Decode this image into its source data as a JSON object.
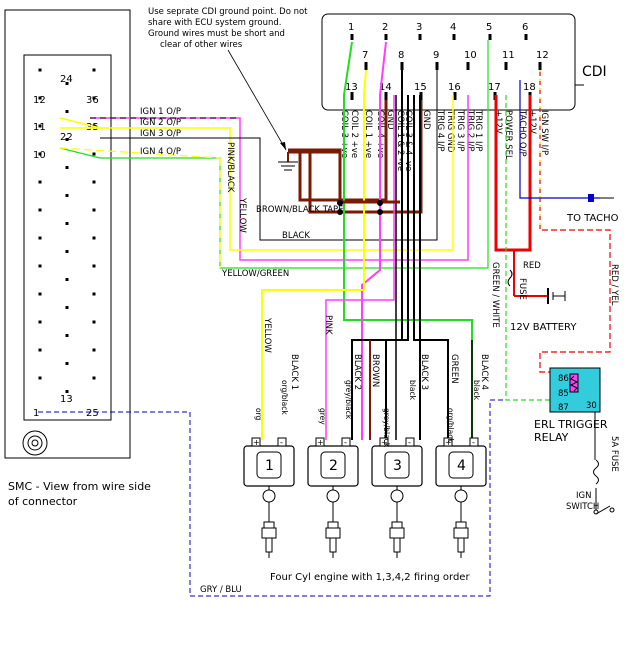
{
  "smc": {
    "pin_labels": [
      "24",
      "12",
      "36",
      "11",
      "35",
      "22",
      "10",
      "13",
      "1",
      "25"
    ],
    "caption_line1": "SMC - View from wire side",
    "caption_line2": "of connector"
  },
  "cdi": {
    "title": "CDI",
    "pins_top": [
      "1",
      "2",
      "3",
      "4",
      "5",
      "6"
    ],
    "pins_mid": [
      "7",
      "8",
      "9",
      "10",
      "11",
      "12"
    ],
    "pins_bottom": [
      "13",
      "14",
      "15",
      "16",
      "17",
      "18"
    ],
    "terminal_labels": [
      "COIL 3 +ve",
      "COIL 2 +ve",
      "COIL 1 +ve",
      "COIL 4 +ve",
      "GND",
      "COIL 1 & 2 -ve",
      "COIL 3 & 4 -ve",
      "GND",
      "TRIG 4 I/P",
      "TRIG GND",
      "TRIG 3 I/P",
      "TRIG 2 I/P",
      "TRIG 1 I/P",
      "+12V",
      "POWER SEL",
      "TACHO O/P",
      "+12V",
      "IGN SW I/P"
    ]
  },
  "notes": {
    "ground_note_lines": [
      "Use seprate CDI ground point. Do not",
      "share with ECU system ground.",
      "Ground wires must be short and",
      "clear of other wires"
    ],
    "brown_black_tape": "BROWN/BLACK TAPE",
    "to_tacho": "TO TACHO",
    "engine_caption": "Four Cyl engine with 1,3,4,2 firing order"
  },
  "wire_labels": {
    "ign1": "IGN 1 O/P",
    "ign2": "IGN 2 O/P",
    "ign3": "IGN 3 O/P",
    "ign4": "IGN 4 O/P",
    "pink_black": "PINK/BLACK",
    "yellow": "YELLOW",
    "black": "BLACK",
    "yellow_green": "YELLOW/GREEN",
    "red": "RED",
    "fuse": "FUSE",
    "battery": "12V BATTERY",
    "green_white": "GREEN / WHITE",
    "red_yel": "RED / YEL",
    "yellow_v": "YELLOW",
    "pink_v": "PINK",
    "black1": "BLACK 1",
    "black2": "BLACK 2",
    "brown": "BROWN",
    "black3": "BLACK 3",
    "green": "GREEN",
    "black4": "BLACK 4",
    "gry_blu": "GRY / BLU"
  },
  "coils": {
    "numbers": [
      "1",
      "2",
      "3",
      "4"
    ],
    "plus_labels": [
      "org",
      "grey",
      "grey/black",
      "org/black"
    ],
    "minus_labels": [
      "org/black",
      "grey/black",
      "black",
      "black"
    ]
  },
  "relay": {
    "label_line1": "ERL TRIGGER",
    "label_line2": "RELAY",
    "pins": [
      "86",
      "85",
      "87",
      "30"
    ]
  },
  "ign_fuse": "5A FUSE",
  "ign_switch_line1": "IGN",
  "ign_switch_line2": "SWITCH",
  "colors": {
    "brown": "#7a1a00",
    "pink": "#ff3dff",
    "green": "#22dd22",
    "yellow": "#ffff00",
    "red": "#ee0000",
    "blue": "#0000cc",
    "relay_fill": "#33ccdd"
  }
}
